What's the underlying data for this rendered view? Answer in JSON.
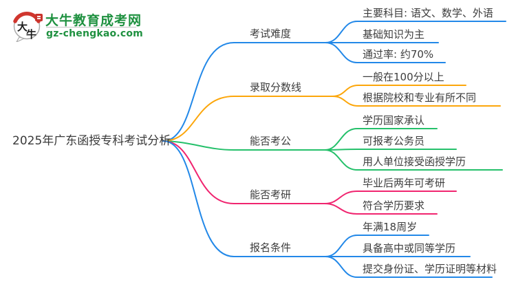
{
  "logo": {
    "title": "大牛教育成考网",
    "url": "gz-chengkao.com",
    "brand_green": "#1f9140",
    "brand_red": "#d0362e",
    "icon": "daniu-speech-bubble-mascot"
  },
  "center": {
    "label": "2025年广东函授专科考试分析"
  },
  "colors": {
    "blue": "#2288e8",
    "orange": "#fca60a",
    "green": "#24c06a",
    "pink": "#f0246f",
    "text": "#3d3d3d"
  },
  "branches": [
    {
      "label": "考试难度",
      "color": "#2288e8",
      "children": [
        {
          "label": "主要科目: 语文、数学、外语"
        },
        {
          "label": "基础知识为主"
        },
        {
          "label": "通过率: 约70%"
        }
      ]
    },
    {
      "label": "录取分数线",
      "color": "#fca60a",
      "children": [
        {
          "label": "一般在100分以上"
        },
        {
          "label": "根据院校和专业有所不同"
        }
      ]
    },
    {
      "label": "能否考公",
      "color": "#24c06a",
      "children": [
        {
          "label": "学历国家承认"
        },
        {
          "label": "可报考公务员"
        },
        {
          "label": "用人单位接受函授学历"
        }
      ]
    },
    {
      "label": "能否考研",
      "color": "#f0246f",
      "children": [
        {
          "label": "毕业后两年可考研"
        },
        {
          "label": "符合学历要求"
        }
      ]
    },
    {
      "label": "报名条件",
      "color": "#2288e8",
      "children": [
        {
          "label": "年满18周岁"
        },
        {
          "label": "具备高中或同等学历"
        },
        {
          "label": "提交身份证、学历证明等材料"
        }
      ]
    }
  ]
}
